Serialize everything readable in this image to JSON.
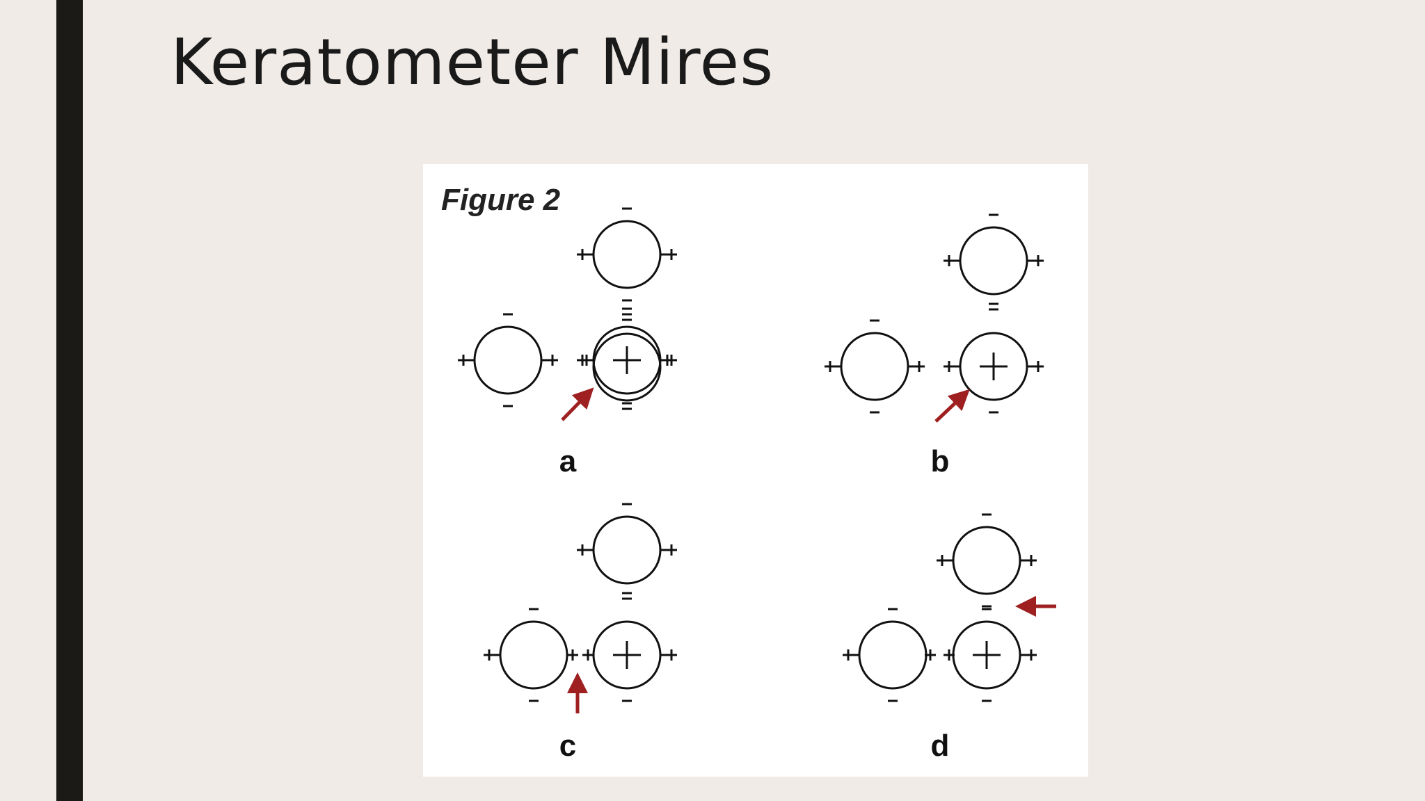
{
  "slide": {
    "title": "Keratometer Mires"
  },
  "figure": {
    "heading": "Figure 2",
    "panels": [
      {
        "letter": "a"
      },
      {
        "letter": "b"
      },
      {
        "letter": "c"
      },
      {
        "letter": "d"
      }
    ]
  },
  "colors": {
    "background": "#f0ebe6",
    "accent_bar": "#1c1a16",
    "arrow": "#9e2020",
    "mire_stroke": "#111111"
  },
  "icons": [
    "mire-circle-icon",
    "plus-mark-icon",
    "minus-mark-icon",
    "arrow-icon"
  ]
}
